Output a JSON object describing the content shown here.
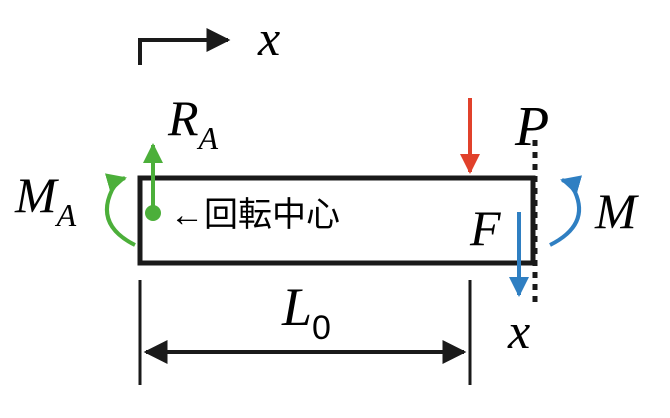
{
  "labels": {
    "x_top": "x",
    "x_bottom": "x",
    "R": "R",
    "R_sub": "A",
    "M_A": "M",
    "M_A_sub": "A",
    "P": "P",
    "F": "F",
    "M": "M",
    "L": "L",
    "L_sub": "0",
    "rotation_center": "←回転中心"
  },
  "colors": {
    "beam": "#1a1a1a",
    "support_reaction": "#4caf3a",
    "applied_load": "#e1412b",
    "section_forces": "#2f7fc2"
  }
}
